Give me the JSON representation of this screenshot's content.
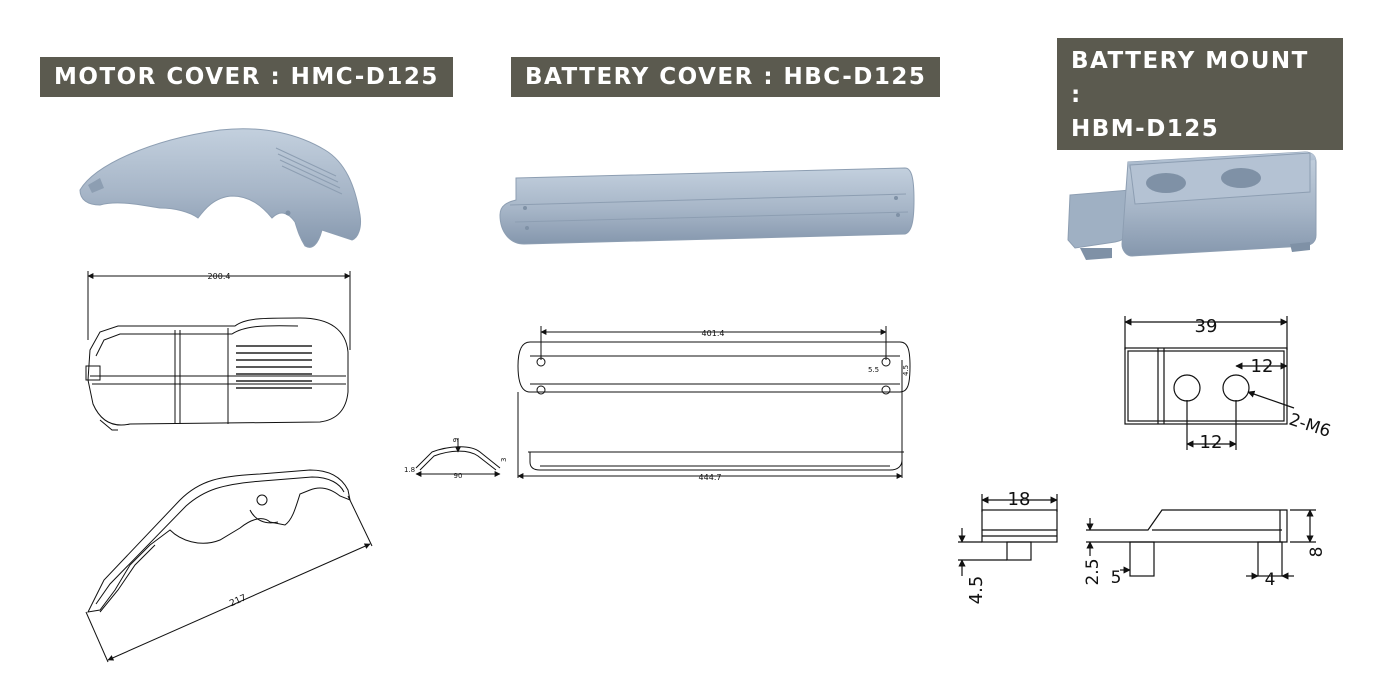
{
  "colors": {
    "banner": "#5b5a4f",
    "part": "#a6b5c7",
    "part_dark": "#7f91a6",
    "line": "#111111"
  },
  "motor_cover": {
    "title": "MOTOR COVER : HMC-D125",
    "dim_length": "200.4",
    "dim_diagonal": "217"
  },
  "battery_cover": {
    "title": "BATTERY COVER : HBC-D125",
    "dim_inner": "401.4",
    "dim_total": "444.7",
    "dim_hole_offset": "5.5",
    "dim_hole_side": "4.5",
    "profile_height": "9",
    "profile_width": "90",
    "profile_left": "1.8",
    "profile_right": "3"
  },
  "battery_mount": {
    "title_line1": "BATTERY MOUNT :",
    "title_line2": "HBM-D125",
    "dim_width": "39",
    "dim_hole_spacing_top": "12",
    "dim_hole_spacing_bottom": "12",
    "hole_note": "2-M6",
    "dim_side_width": "18",
    "dim_side_height": "4.5",
    "dim_front_step": "2.5",
    "dim_front_left": "5",
    "dim_front_right": "4",
    "dim_front_height": "8"
  }
}
